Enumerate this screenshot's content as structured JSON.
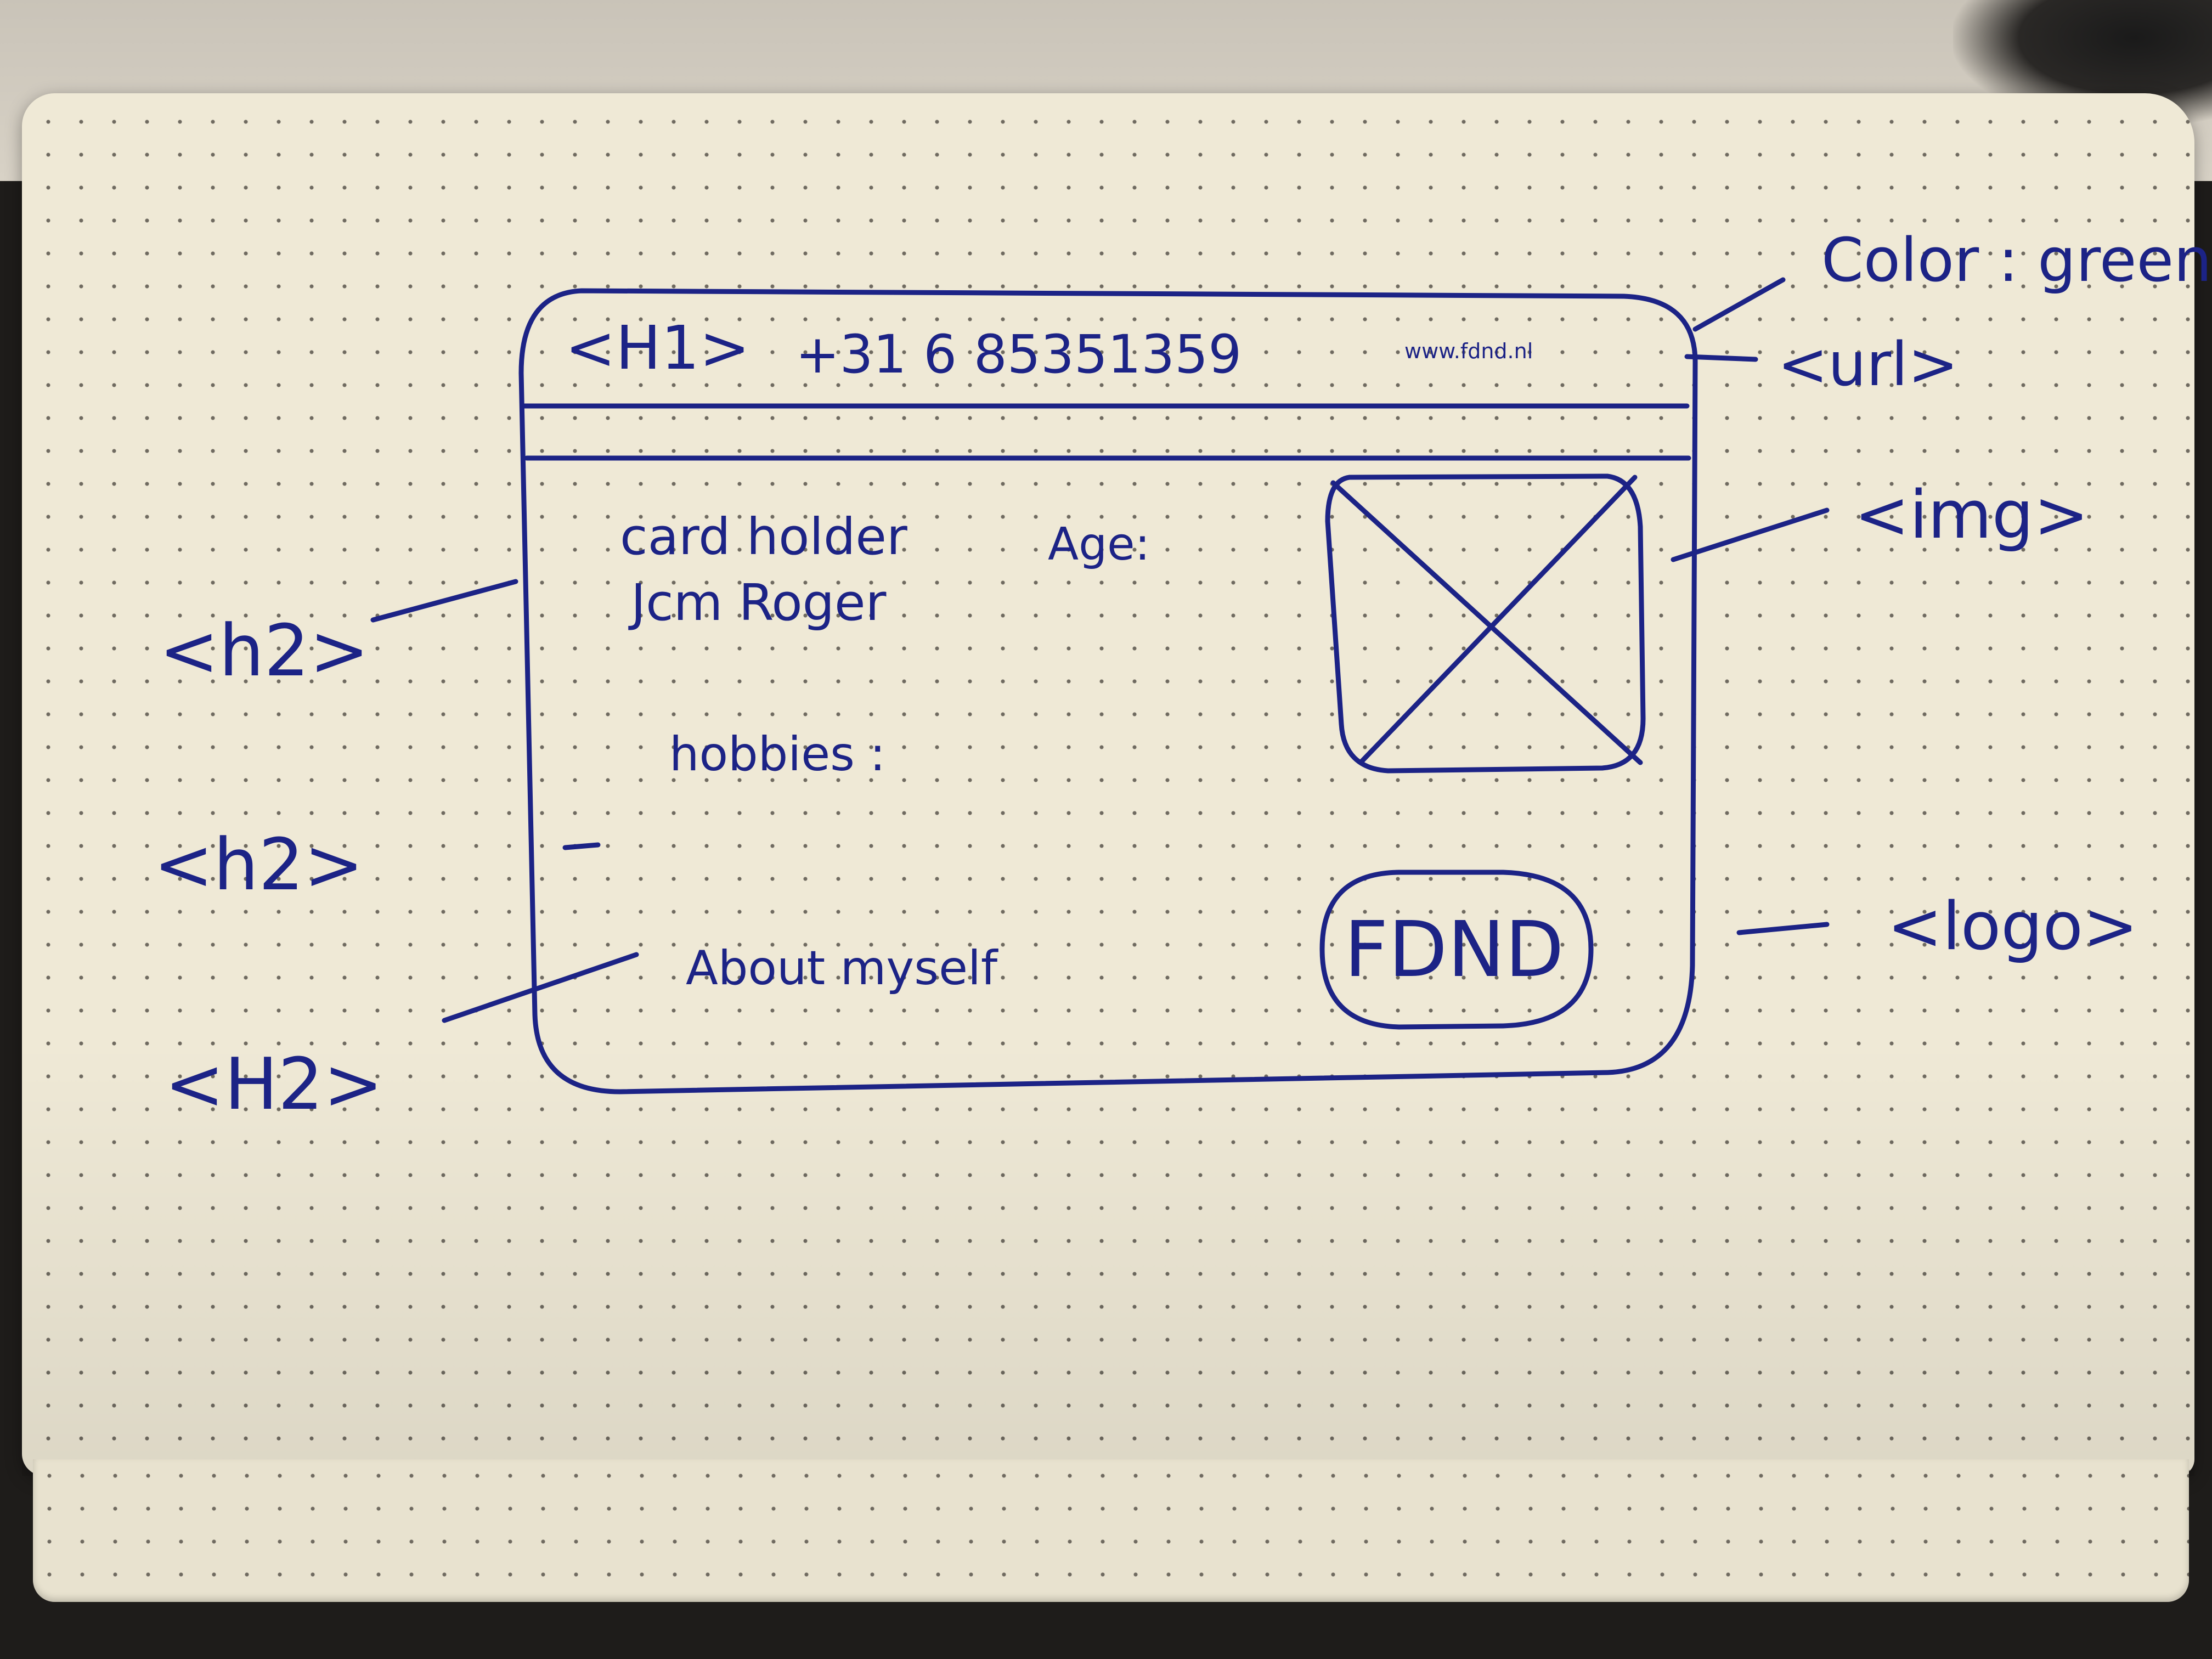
{
  "sketch": {
    "card": {
      "header_tag": "<H1>",
      "phone": "+31 6 85351359",
      "url": "www.fdnd.nl",
      "cardholder_label": "card holder",
      "cardholder_name": "Jcm Roger",
      "age_label": "Age:",
      "hobbies_label": "hobbies :",
      "about_label": "About myself",
      "logo_text": "FDND"
    },
    "annotations": {
      "color": "Color : green",
      "url_tag": "<url>",
      "img_tag": "<img>",
      "logo_tag": "<logo>",
      "h2_first": "<h2>",
      "h2_second": "<h2>",
      "h2_third": "<H2>"
    },
    "colors": {
      "ink": "#1c2386",
      "paper": "#efe9d6"
    }
  }
}
